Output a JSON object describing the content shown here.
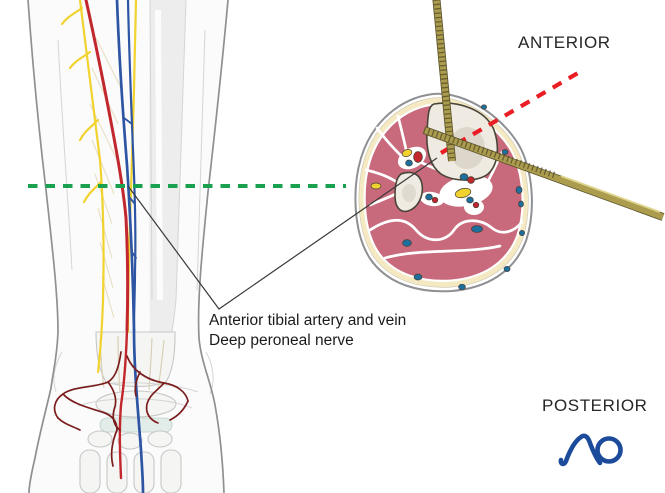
{
  "labels": {
    "anterior": "ANTERIOR",
    "posterior": "POSTERIOR"
  },
  "annotation": {
    "line1": "Anterior tibial artery and vein",
    "line2": "Deep peroneal nerve"
  },
  "logo": {
    "text": "AO"
  },
  "palette": {
    "section_green": "#1aa14f",
    "axis_red": "#ea1c24",
    "muscle_pink": "#c86a7b",
    "bone_fill": "#efebe3",
    "bone_shadow": "#d9d3c7",
    "fat_yellow": "#f4e9c2",
    "artery_red": "#c1272d",
    "vein_blue": "#2d55a3",
    "dot_blue": "#1d6f9e",
    "nerve_yellow": "#f2d22e",
    "pin_gold": "#ac9c4e",
    "pin_dark": "#57502a",
    "pin_light": "#dfd58e",
    "outline_gray": "#8f9093",
    "leader_black": "#3a3a3a",
    "text_dark": "#262626",
    "ankle_artery": "#7b1d1d",
    "logo_blue": "#1d4b9b"
  }
}
